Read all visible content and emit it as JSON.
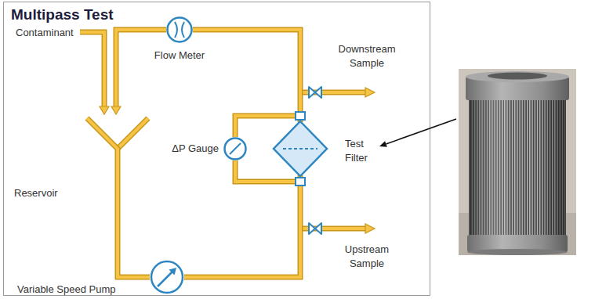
{
  "diagram": {
    "title": "Multipass Test",
    "nodes": [
      {
        "text": [
          "Flow Meter"
        ]
      },
      {
        "text": [
          "ΔP Gauge"
        ]
      },
      {
        "text": [
          "Test Filter"
        ]
      },
      {
        "text": [
          "Reservoir"
        ]
      },
      {
        "text": [
          "Variable Speed Pump"
        ]
      }
    ],
    "edges": [
      {
        "from": 2,
        "to": 0,
        "arrow": "none"
      },
      {
        "from": 0,
        "to": 3,
        "arrow": "to"
      },
      {
        "from": 3,
        "to": 4,
        "arrow": "none"
      },
      {
        "from": 4,
        "to": 2,
        "arrow": "none"
      },
      {
        "from": 1,
        "to": 2,
        "arrow": "none"
      },
      {
        "from": 1,
        "to": 2,
        "arrow": "none"
      }
    ],
    "labels": [
      "Contaminant",
      "Downstream Sample",
      "Upstream Sample"
    ]
  }
}
